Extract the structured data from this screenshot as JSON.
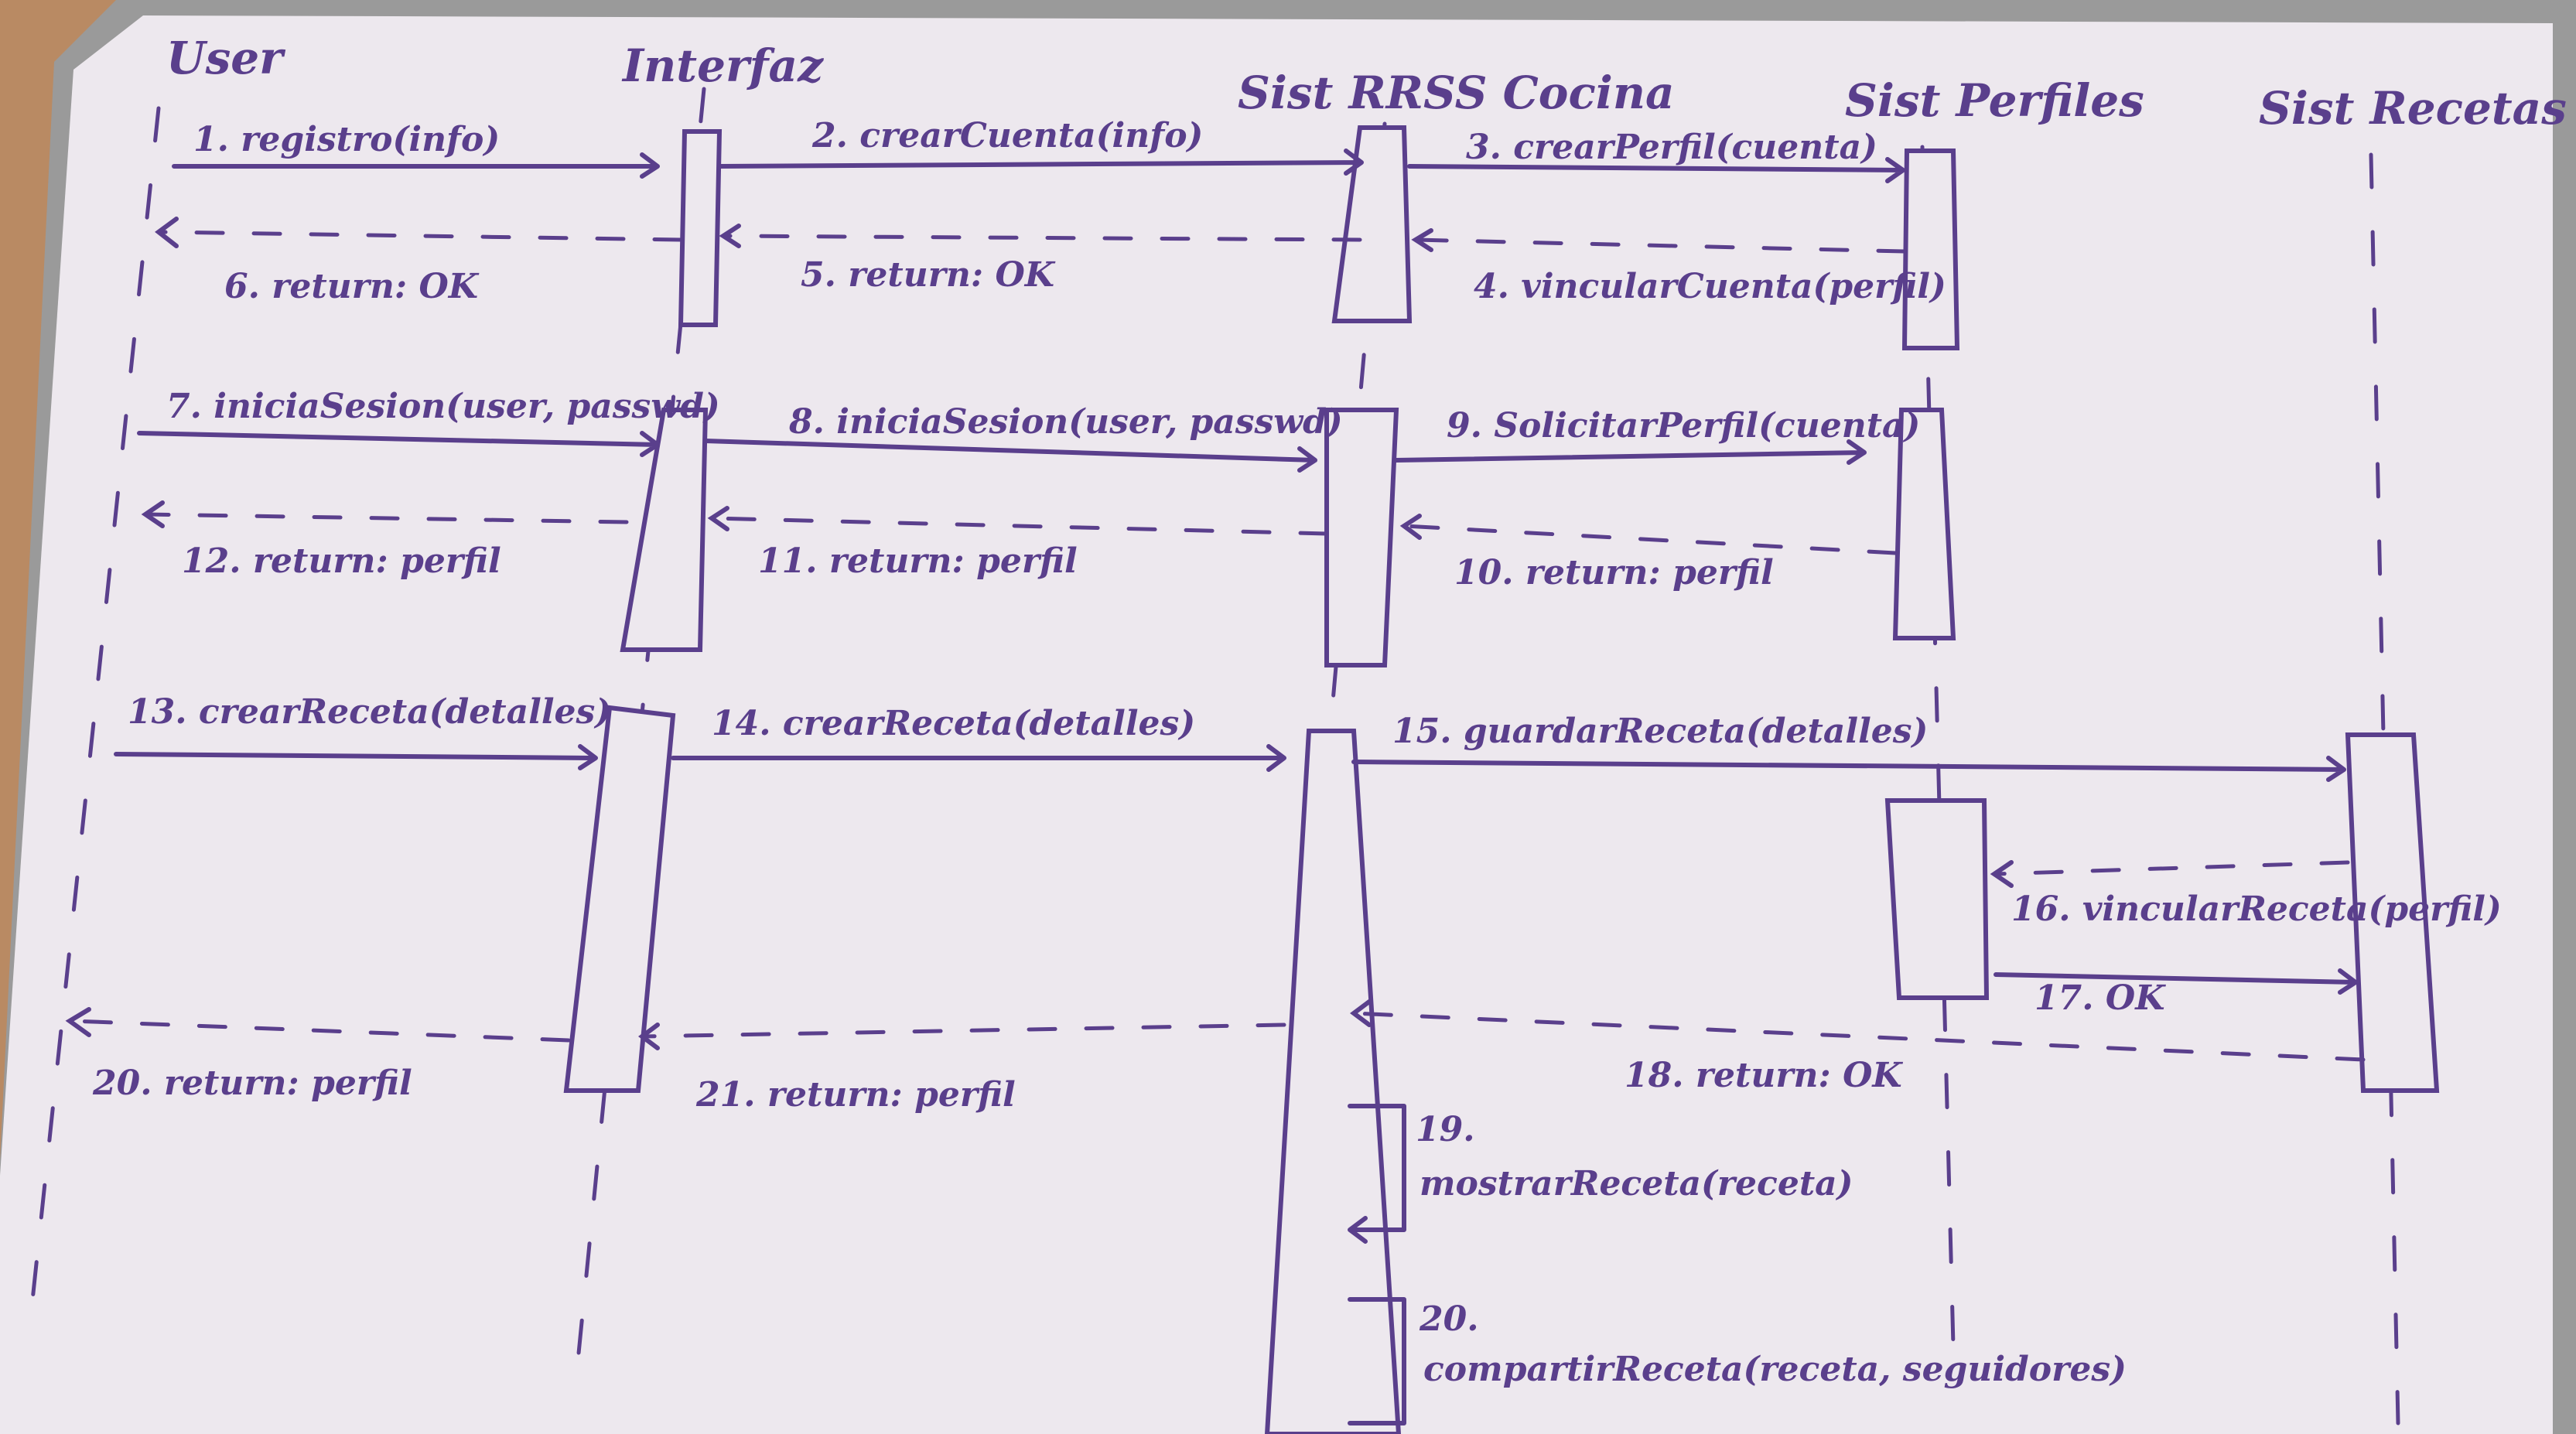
{
  "actors": [
    "User",
    "Interfaz",
    "Sist RRSS Cocina",
    "Sist Perfiles",
    "Sist Recetas"
  ],
  "messages": [
    "1. registro(info)",
    "2. crearCuenta(info)",
    "3. crearPerfil(cuenta)",
    "4. vincularCuenta(perfil)",
    "5. return: OK",
    "6. return: OK",
    "7. iniciaSesion(user, passwd)",
    "8. iniciaSesion(user, passwd)",
    "9. SolicitarPerfil(cuenta)",
    "10. return: perfil",
    "11. return: perfil",
    "12. return: perfil",
    "13. crearReceta(detalles)",
    "14. crearReceta(detalles)",
    "15. guardarReceta(detalles)",
    "16. vincularReceta(perfil)",
    "17. OK",
    "18. return: OK",
    "19.",
    "mostrarReceta(receta)",
    "20.",
    "compartirReceta(receta, seguidores)",
    "20. return: perfil",
    "21. return: perfil"
  ],
  "colors": {
    "board": "#ede8ee",
    "marker": "#5a3f8c",
    "frame": "#9a9a9a",
    "background": "#b98a63"
  }
}
